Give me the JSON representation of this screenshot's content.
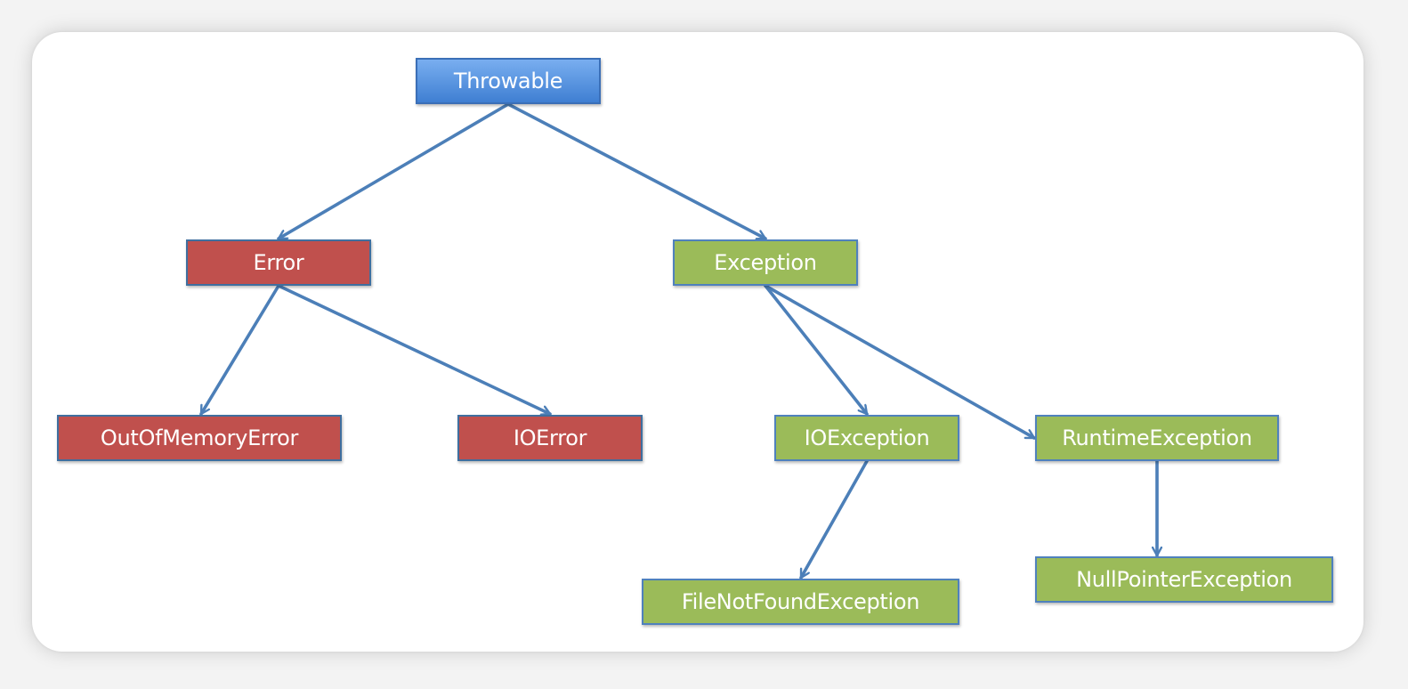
{
  "colors": {
    "root": "#4a8be0",
    "error": "#c0504d",
    "exception": "#9bbb59",
    "edge": "#4c7fb8"
  },
  "nodes": {
    "throwable": "Throwable",
    "error": "Error",
    "exception": "Exception",
    "out_of_memory_error": "OutOfMemoryError",
    "io_error": "IOError",
    "io_exception": "IOException",
    "runtime_exception": "RuntimeException",
    "file_not_found_exception": "FileNotFoundException",
    "null_pointer_exception": "NullPointerException"
  },
  "edges": [
    {
      "from": "throwable",
      "to": "error"
    },
    {
      "from": "throwable",
      "to": "exception"
    },
    {
      "from": "error",
      "to": "out_of_memory_error"
    },
    {
      "from": "error",
      "to": "io_error"
    },
    {
      "from": "exception",
      "to": "io_exception"
    },
    {
      "from": "exception",
      "to": "runtime_exception"
    },
    {
      "from": "io_exception",
      "to": "file_not_found_exception"
    },
    {
      "from": "runtime_exception",
      "to": "null_pointer_exception"
    }
  ]
}
